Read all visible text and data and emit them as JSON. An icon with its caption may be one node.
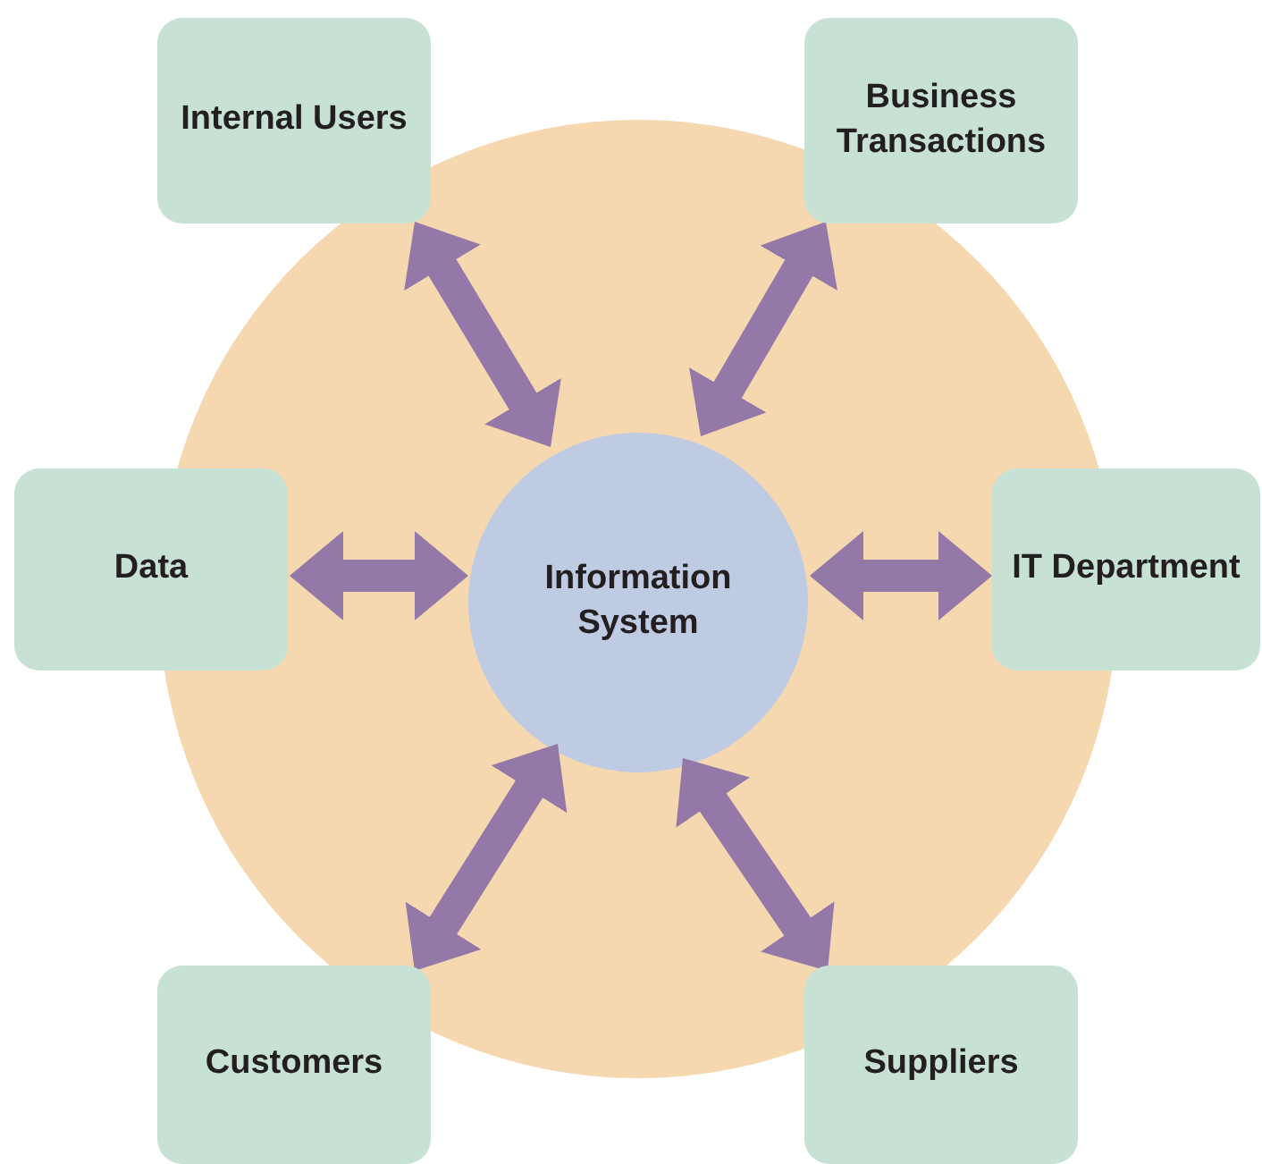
{
  "diagram": {
    "nodes": [
      {
        "text": [],
        "shape": "circle"
      },
      {
        "text": [
          "Internal Users"
        ]
      },
      {
        "text": [
          "Business Transactions"
        ]
      },
      {
        "text": [
          "Data"
        ]
      },
      {
        "text": [
          "Information System"
        ],
        "in": 0
      },
      {
        "text": [
          "IT Department"
        ]
      },
      {
        "text": [
          "Customers"
        ]
      },
      {
        "text": [
          "Suppliers"
        ]
      }
    ],
    "edges": [
      {
        "from": 4,
        "to": 1,
        "arrow": "both"
      },
      {
        "from": 4,
        "to": 2,
        "arrow": "both"
      },
      {
        "from": 4,
        "to": 3,
        "arrow": "both"
      },
      {
        "from": 4,
        "to": 5,
        "arrow": "both"
      },
      {
        "from": 4,
        "to": 6,
        "arrow": "both"
      },
      {
        "from": 4,
        "to": 7,
        "arrow": "both"
      }
    ]
  }
}
